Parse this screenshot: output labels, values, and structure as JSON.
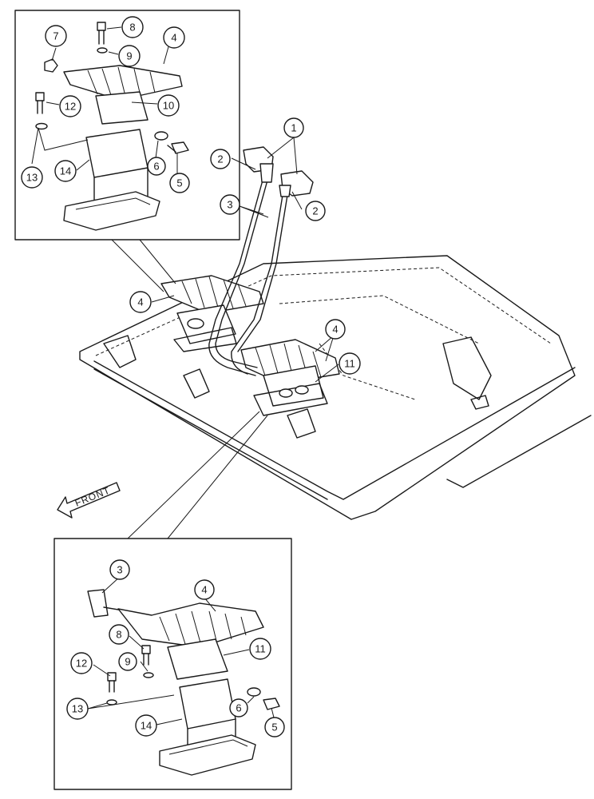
{
  "front_arrow": {
    "label": "FRONT"
  },
  "callouts_top_detail": [
    "7",
    "8",
    "9",
    "4",
    "10",
    "12",
    "6",
    "5",
    "13",
    "14"
  ],
  "callouts_main": [
    "1",
    "2",
    "2",
    "3",
    "4",
    "4",
    "11"
  ],
  "callouts_bottom_detail": [
    "3",
    "4",
    "8",
    "9",
    "11",
    "12",
    "13",
    "6",
    "5",
    "14"
  ]
}
